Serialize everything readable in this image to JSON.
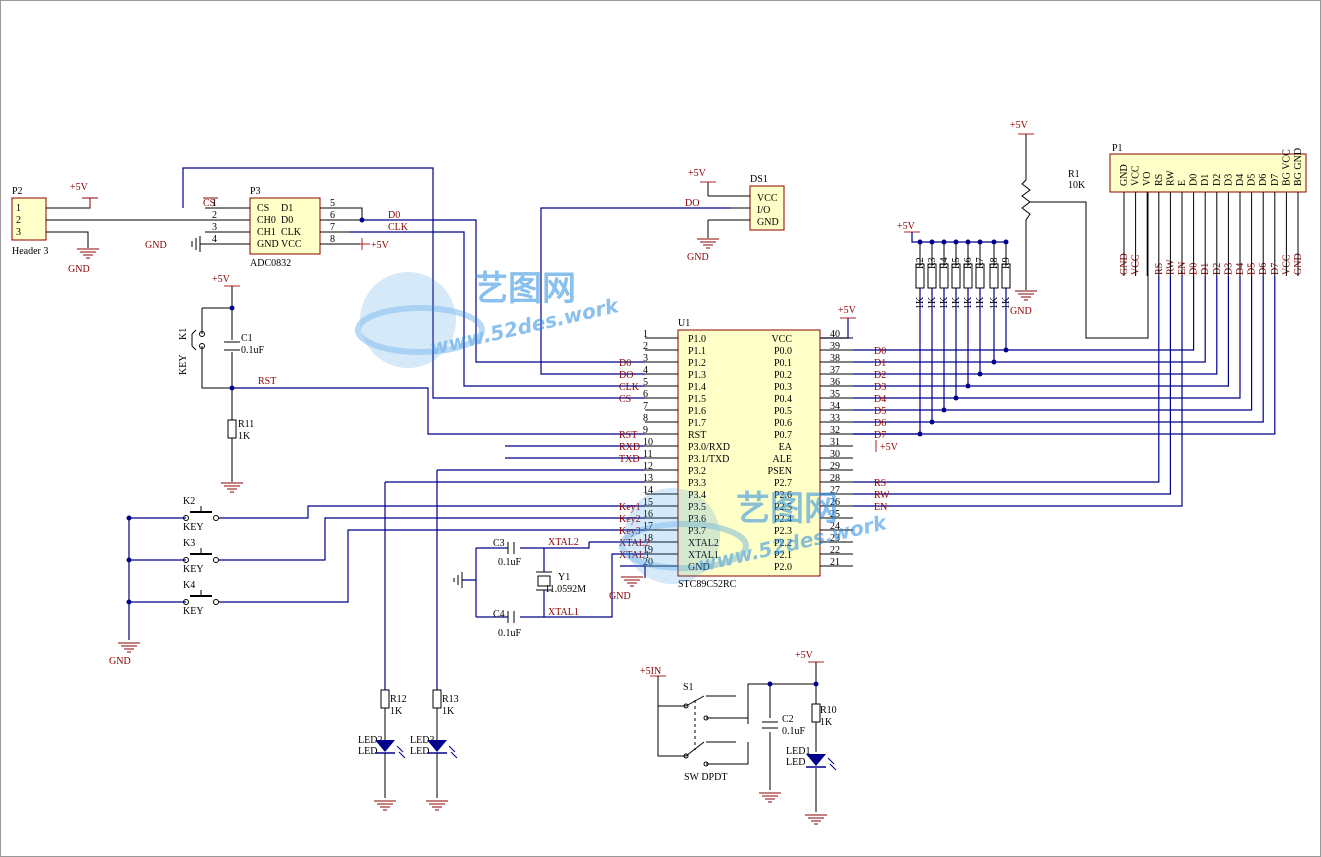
{
  "colors": {
    "wire": "#00008b",
    "component": "#000000",
    "net": "#8b0000",
    "body": "#ffffc8",
    "watermark": "#2a8de0"
  },
  "watermark": {
    "logo": "艺图网",
    "url": "www.52des.work"
  },
  "p2": {
    "ref": "P2",
    "value": "Header 3",
    "pins": [
      "1",
      "2",
      "3"
    ],
    "pwr": "+5V",
    "gnd": "GND"
  },
  "p3": {
    "ref": "P3",
    "value": "ADC0832",
    "gnd": "GND",
    "pwr": "+5V",
    "pins": [
      "CS",
      "CH0",
      "CH1",
      "GND",
      "D1",
      "D0",
      "CLK",
      "VCC"
    ],
    "nums": [
      "1",
      "2",
      "3",
      "4",
      "5",
      "6",
      "7",
      "8"
    ],
    "cs_net": "CS",
    "d0": "D0",
    "clk": "CLK"
  },
  "ds1": {
    "ref": "DS1",
    "pins": [
      "VCC",
      "I/O",
      "GND"
    ],
    "pwr": "+5V",
    "gnd": "GND",
    "net": "DO"
  },
  "r1": {
    "ref": "R1",
    "value": "10K",
    "pwr": "+5V",
    "gnd": "GND"
  },
  "p1": {
    "ref": "P1",
    "pins": [
      "GND",
      "VCC",
      "VO",
      "RS",
      "RW",
      "E",
      "D0",
      "D1",
      "D2",
      "D3",
      "D4",
      "D5",
      "D6",
      "D7",
      "BG VCC",
      "BG GND"
    ],
    "nets": [
      "GND",
      "VCC",
      "",
      "RS",
      "RW",
      "EN",
      "D0",
      "D1",
      "D2",
      "D3",
      "D4",
      "D5",
      "D6",
      "D7",
      "VCC",
      "GND"
    ]
  },
  "rpack": {
    "pwr": "+5V",
    "refs": [
      "R2",
      "R3",
      "R4",
      "R5",
      "R6",
      "R7",
      "R8",
      "R9"
    ],
    "value": "1K"
  },
  "u1": {
    "ref": "U1",
    "value": "STC89C52RC",
    "pwr": "+5V",
    "left": [
      [
        "1",
        "P1.0",
        ""
      ],
      [
        "2",
        "P1.1",
        ""
      ],
      [
        "3",
        "P1.2",
        "D0"
      ],
      [
        "4",
        "P1.3",
        "DO"
      ],
      [
        "5",
        "P1.4",
        "CLK"
      ],
      [
        "6",
        "P1.5",
        "CS"
      ],
      [
        "7",
        "P1.6",
        ""
      ],
      [
        "8",
        "P1.7",
        ""
      ],
      [
        "9",
        "RST",
        "RST"
      ],
      [
        "10",
        "P3.0/RXD",
        "RXD"
      ],
      [
        "11",
        "P3.1/TXD",
        "TXD"
      ],
      [
        "12",
        "P3.2",
        ""
      ],
      [
        "13",
        "P3.3",
        ""
      ],
      [
        "14",
        "P3.4",
        ""
      ],
      [
        "15",
        "P3.5",
        "Key1"
      ],
      [
        "16",
        "P3.6",
        "Key2"
      ],
      [
        "17",
        "P3.7",
        "Key3"
      ],
      [
        "18",
        "XTAL2",
        "XTAL2"
      ],
      [
        "19",
        "XTAL1",
        "XTAL1"
      ],
      [
        "20",
        "GND",
        ""
      ]
    ],
    "right": [
      [
        "40",
        "VCC",
        ""
      ],
      [
        "39",
        "P0.0",
        "D0"
      ],
      [
        "38",
        "P0.1",
        "D1"
      ],
      [
        "37",
        "P0.2",
        "D2"
      ],
      [
        "36",
        "P0.3",
        "D3"
      ],
      [
        "35",
        "P0.4",
        "D4"
      ],
      [
        "34",
        "P0.5",
        "D5"
      ],
      [
        "33",
        "P0.6",
        "D6"
      ],
      [
        "32",
        "P0.7",
        "D7"
      ],
      [
        "31",
        "EA",
        ""
      ],
      [
        "30",
        "ALE",
        ""
      ],
      [
        "29",
        "PSEN",
        ""
      ],
      [
        "28",
        "P2.7",
        "RS"
      ],
      [
        "27",
        "P2.6",
        "RW"
      ],
      [
        "26",
        "P2.5",
        "EN"
      ],
      [
        "25",
        "P2.4",
        ""
      ],
      [
        "24",
        "P2.3",
        ""
      ],
      [
        "23",
        "P2.2",
        ""
      ],
      [
        "22",
        "P2.1",
        ""
      ],
      [
        "21",
        "P2.0",
        ""
      ]
    ],
    "gnd": "GND",
    "ea_pwr": "+5V"
  },
  "reset": {
    "k1": "K1",
    "k1_val": "KEY",
    "c1": "C1",
    "c1_val": "0.1uF",
    "r11": "R11",
    "r11_val": "1K",
    "pwr": "+5V",
    "net": "RST"
  },
  "keys": [
    {
      "ref": "K2",
      "val": "KEY"
    },
    {
      "ref": "K3",
      "val": "KEY"
    },
    {
      "ref": "K4",
      "val": "KEY"
    }
  ],
  "keys_gnd": "GND",
  "xtal": {
    "c3": "C3",
    "c3_val": "0.1uF",
    "c4": "C4",
    "c4_val": "0.1uF",
    "y1": "Y1",
    "y1_val": "11.0592M",
    "n1": "XTAL2",
    "n2": "XTAL1"
  },
  "leds": {
    "r12": "R12",
    "r12_val": "1K",
    "r13": "R13",
    "r13_val": "1K",
    "led2": "LED2",
    "led3": "LED3",
    "val": "LED"
  },
  "power": {
    "in": "+5IN",
    "s1": "S1",
    "s1_val": "SW DPDT",
    "c2": "C2",
    "c2_val": "0.1uF",
    "r10": "R10",
    "r10_val": "1K",
    "led1": "LED1",
    "led1_val": "LED",
    "pwr": "+5V"
  }
}
